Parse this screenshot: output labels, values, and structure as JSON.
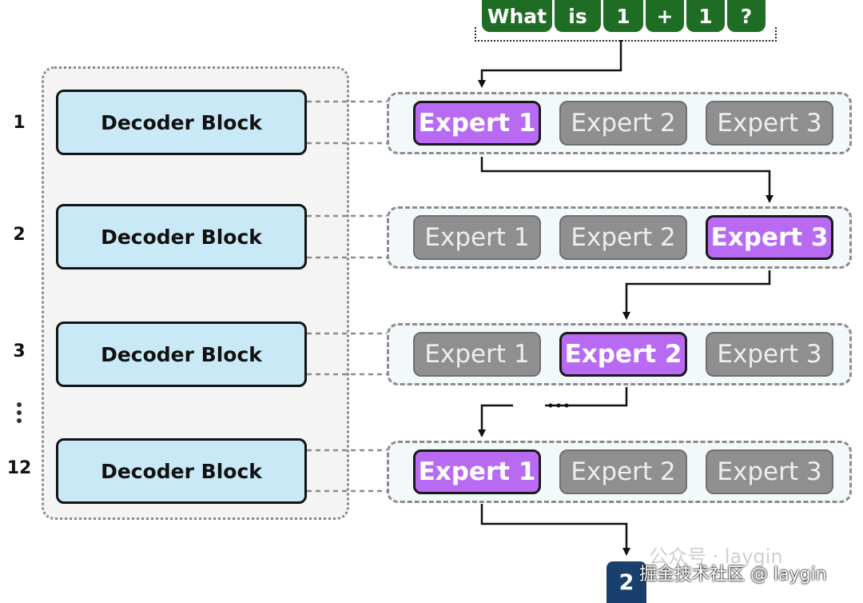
{
  "tokens": [
    "What",
    "is",
    "1",
    "+",
    "1",
    "?"
  ],
  "layers": [
    {
      "number": "1",
      "decoder_label": "Decoder Block",
      "experts": [
        "Expert 1",
        "Expert 2",
        "Expert 3"
      ],
      "active_expert": 1
    },
    {
      "number": "2",
      "decoder_label": "Decoder Block",
      "experts": [
        "Expert 1",
        "Expert 2",
        "Expert 3"
      ],
      "active_expert": 3
    },
    {
      "number": "3",
      "decoder_label": "Decoder Block",
      "experts": [
        "Expert 1",
        "Expert 2",
        "Expert 3"
      ],
      "active_expert": 2
    },
    {
      "number": "12",
      "decoder_label": "Decoder Block",
      "experts": [
        "Expert 1",
        "Expert 2",
        "Expert 3"
      ],
      "active_expert": 1
    }
  ],
  "output": "2",
  "watermark": "掘金技术社区 @ laygin",
  "watermark_faint": "公众号 · laygin",
  "colors": {
    "token": "#1f6d24",
    "decoder": "#c9e9f7",
    "expert_active": "#b86bf2",
    "expert_inactive": "#8f8f8f",
    "output": "#183f6e"
  }
}
